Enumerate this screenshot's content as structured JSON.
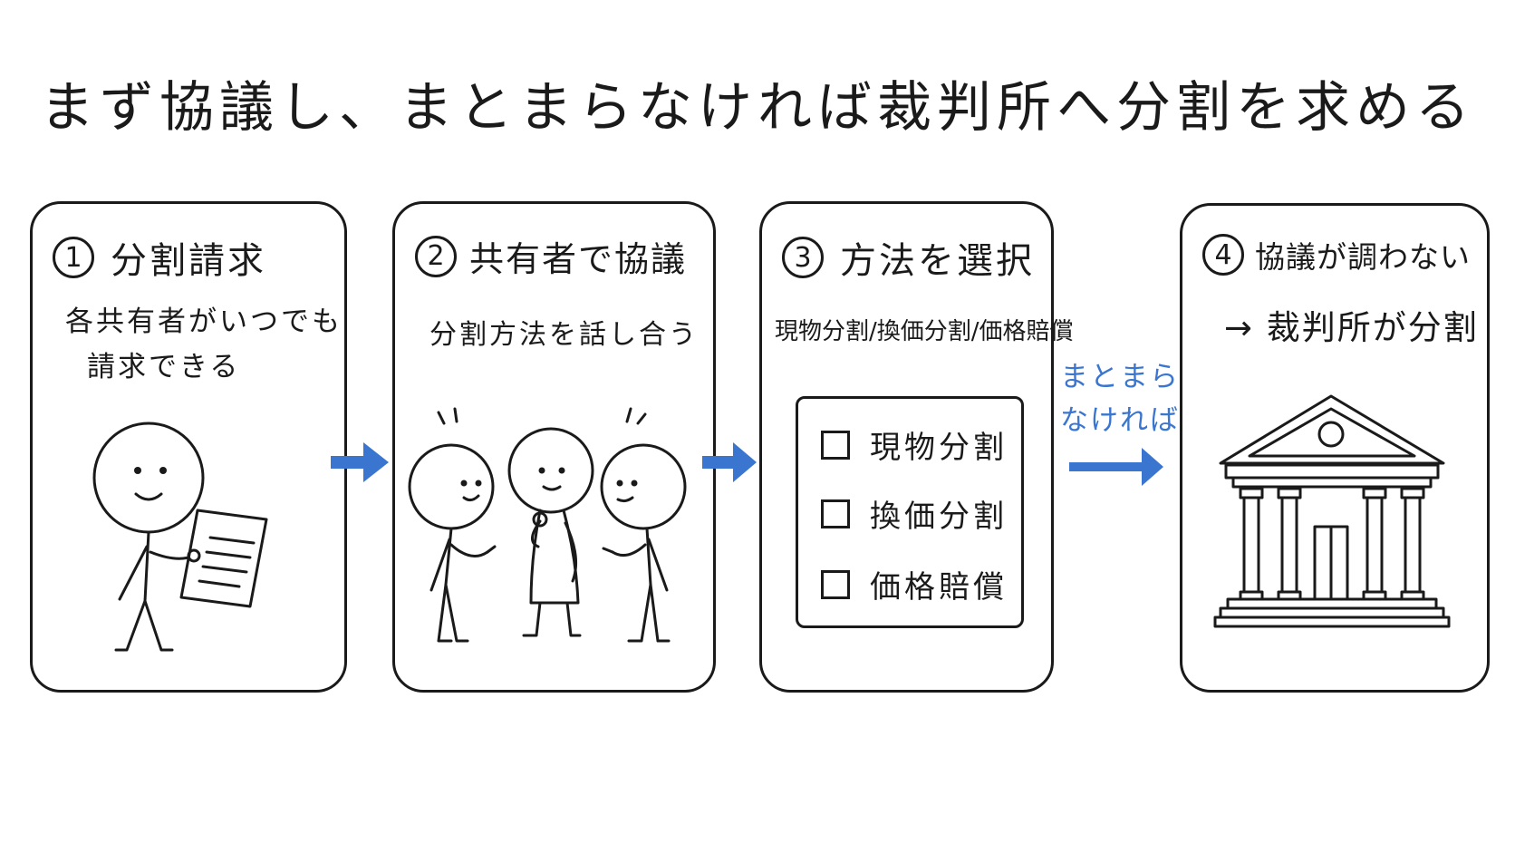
{
  "title": "まず協議し、まとまらなければ裁判所へ分割を求める",
  "steps": [
    {
      "number": "1",
      "heading": "分割請求",
      "description_lines": [
        "各共有者がいつでも",
        "請求できる"
      ]
    },
    {
      "number": "2",
      "heading": "共有者で協議",
      "description_lines": [
        "分割方法を話し合う"
      ]
    },
    {
      "number": "3",
      "heading": "方法を選択",
      "description_lines": [
        "現物分割/換価分割/価格賠償"
      ],
      "options": [
        "現物分割",
        "換価分割",
        "価格賠償"
      ]
    },
    {
      "number": "4",
      "heading": "協議が調わない",
      "description_lines": [
        "→ 裁判所が分割"
      ]
    }
  ],
  "connector_label_lines": [
    "まとまら",
    "なければ"
  ],
  "colors": {
    "ink": "#1a1a1a",
    "arrow": "#3a76d0",
    "background": "#ffffff"
  },
  "icons": {
    "step1": "person-holding-document",
    "step2": "three-people-discussing",
    "step3": "checkbox-options",
    "step4": "courthouse"
  }
}
